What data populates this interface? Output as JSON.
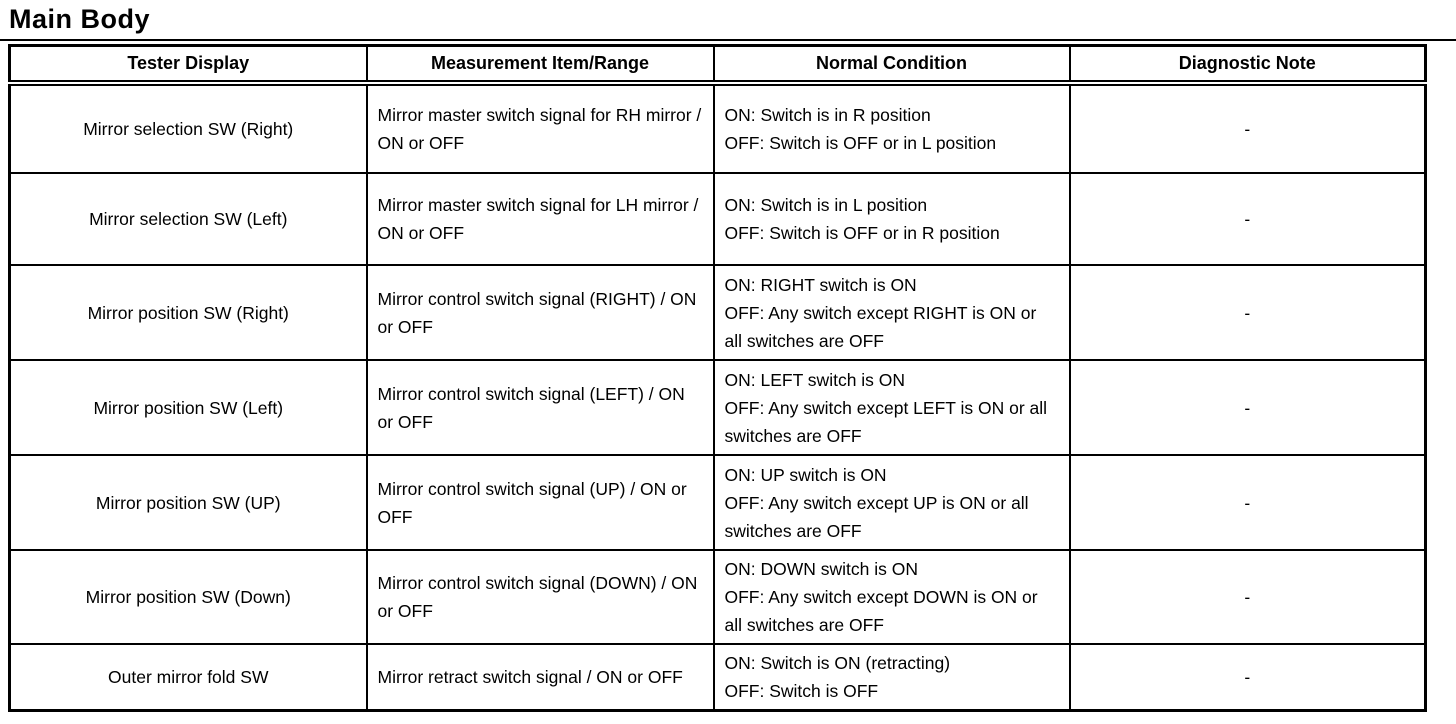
{
  "page": {
    "title": "Main Body"
  },
  "table": {
    "columns": [
      "Tester Display",
      "Measurement Item/Range",
      "Normal Condition",
      "Diagnostic Note"
    ],
    "rows": [
      {
        "tester_display": "Mirror selection SW (Right)",
        "measurement": "Mirror master switch signal for RH mirror / ON or OFF",
        "normal_condition": [
          "ON: Switch is in R position",
          "OFF: Switch is OFF or in L position"
        ],
        "diagnostic_note": "-"
      },
      {
        "tester_display": "Mirror selection SW (Left)",
        "measurement": "Mirror master switch signal for LH mirror / ON or OFF",
        "normal_condition": [
          "ON: Switch is in L position",
          "OFF: Switch is OFF or in R position"
        ],
        "diagnostic_note": "-"
      },
      {
        "tester_display": "Mirror position SW (Right)",
        "measurement": "Mirror control switch signal (RIGHT) / ON or OFF",
        "normal_condition": [
          "ON: RIGHT switch is ON",
          "OFF: Any switch except RIGHT is ON or all switches are OFF"
        ],
        "diagnostic_note": "-"
      },
      {
        "tester_display": "Mirror position SW (Left)",
        "measurement": "Mirror control switch signal (LEFT) / ON or OFF",
        "normal_condition": [
          "ON: LEFT switch is ON",
          "OFF: Any switch except LEFT is ON or all switches are OFF"
        ],
        "diagnostic_note": "-"
      },
      {
        "tester_display": "Mirror position SW (UP)",
        "measurement": "Mirror control switch signal (UP) / ON or OFF",
        "normal_condition": [
          "ON: UP switch is ON",
          "OFF: Any switch except UP is ON or all switches are OFF"
        ],
        "diagnostic_note": "-"
      },
      {
        "tester_display": "Mirror position SW (Down)",
        "measurement": "Mirror control switch signal (DOWN) / ON or OFF",
        "normal_condition": [
          "ON: DOWN switch is ON",
          "OFF: Any switch except DOWN is ON or all switches are OFF"
        ],
        "diagnostic_note": "-"
      },
      {
        "tester_display": "Outer mirror fold SW",
        "measurement": "Mirror retract switch signal / ON or OFF",
        "normal_condition": [
          "ON: Switch is ON (retracting)",
          "OFF: Switch is OFF"
        ],
        "diagnostic_note": "-"
      }
    ]
  }
}
